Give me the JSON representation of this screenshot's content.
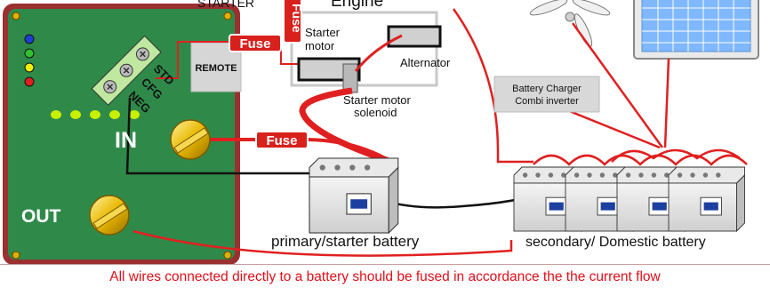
{
  "labels": {
    "starter_top": "STARTER",
    "engine": "Engine",
    "fuse_vertical": "Fuse",
    "starter_motor_line1": "Starter",
    "starter_motor_line2": "motor",
    "alternator": "Alternator",
    "starter_solenoid_line1": "Starter motor",
    "starter_solenoid_line2": "solenoid",
    "fuse_top": "Fuse",
    "fuse_middle": "Fuse",
    "remote": "REMOTE",
    "std": "STD",
    "cfg": "CFG",
    "neg": "NEG",
    "in": "IN",
    "out": "OUT",
    "charger_line1": "Battery Charger",
    "charger_line2": "Combi inverter",
    "primary_battery": "primary/starter battery",
    "secondary_battery": "secondary/ Domestic battery",
    "footer_note": "All wires connected directly to a battery should be  fused in accordance the the current flow"
  },
  "colors": {
    "panel_green": "#2f8a4a",
    "panel_border": "#9a3030",
    "wire_red": "#e02020",
    "fuse_red": "#d8201c",
    "terminal_gold": "#e8b800",
    "led_green": "#c8f000",
    "solar_blue": "#7fb8ff"
  },
  "status_leds": [
    "blue",
    "green",
    "yellow",
    "red"
  ],
  "bottom_leds_count": 5
}
